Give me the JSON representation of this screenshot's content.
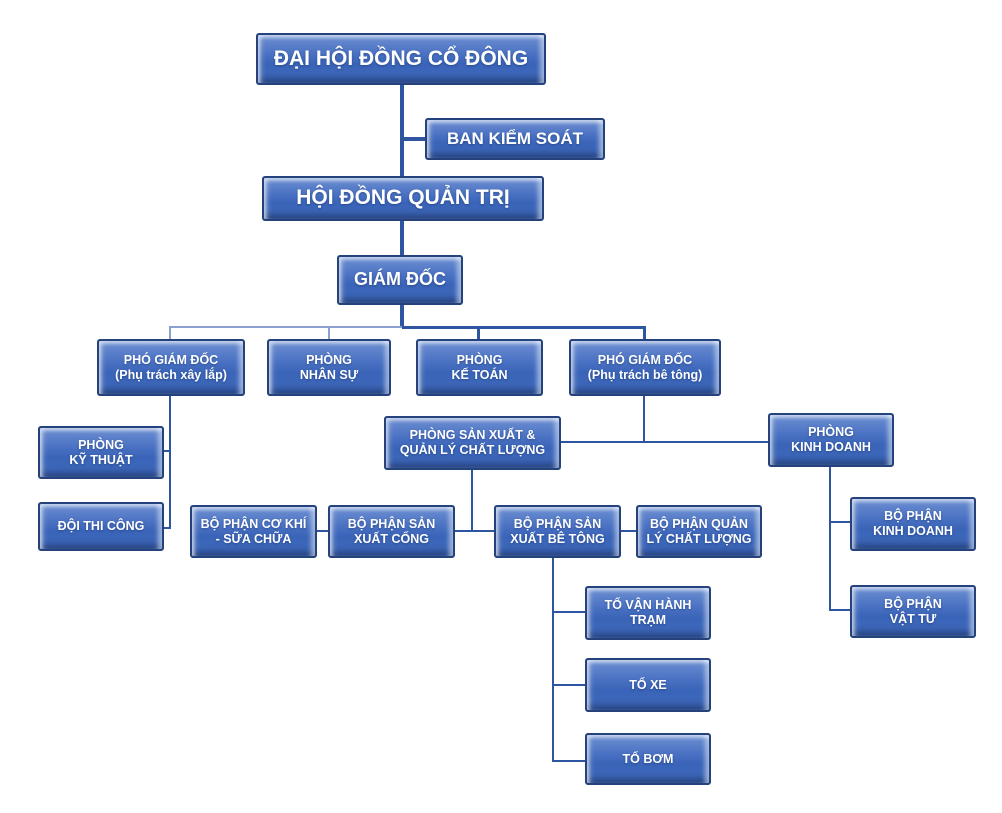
{
  "diagram": {
    "type": "org-chart",
    "language": "vi",
    "colors": {
      "box_fill_top": "#6e90d2",
      "box_fill_bottom": "#3f69ba",
      "box_border": "#24427c",
      "connector": "#2e55a0",
      "connector_light": "#8ba1d1",
      "text": "#ffffff",
      "background": "#ffffff"
    },
    "nodes": {
      "dai_hoi_dong_co_dong": {
        "label": "ĐẠI HỘI ĐỒNG CỔ ĐÔNG"
      },
      "ban_kiem_soat": {
        "label": "BAN KIỂM SOÁT"
      },
      "hoi_dong_quan_tri": {
        "label": "HỘI ĐỒNG QUẢN TRỊ"
      },
      "giam_doc": {
        "label": "GIÁM ĐỐC"
      },
      "pho_giam_doc_xay_lap": {
        "label": "PHÓ GIÁM ĐỐC\n(Phụ trách xây lắp)"
      },
      "phong_nhan_su": {
        "label": "PHÒNG\nNHÂN SỰ"
      },
      "phong_ke_toan": {
        "label": "PHÒNG\nKẾ TOÁN"
      },
      "pho_giam_doc_be_tong": {
        "label": "PHÓ GIÁM ĐỐC\n(Phụ trách bê tông)"
      },
      "phong_ky_thuat": {
        "label": "PHÒNG\nKỸ THUẬT"
      },
      "doi_thi_cong": {
        "label": "ĐỘI THI CÔNG"
      },
      "phong_san_xuat_qlcl": {
        "label": "PHÒNG SẢN XUẤT &\nQUẢN LÝ CHẤT LƯỢNG"
      },
      "phong_kinh_doanh": {
        "label": "PHÒNG\nKINH DOANH"
      },
      "bo_phan_co_khi_sua_chua": {
        "label": "BỘ PHẬN CƠ KHÍ\n- SỮA CHỮA"
      },
      "bo_phan_san_xuat_cong": {
        "label": "BỘ PHẬN SẢN\nXUẤT CỐNG"
      },
      "bo_phan_san_xuat_be_tong": {
        "label": "BỘ PHẬN SẢN\nXUẤT BÊ TÔNG"
      },
      "bo_phan_quan_ly_chat_luong": {
        "label": "BỘ PHẬN QUẢN\nLÝ CHẤT LƯỢNG"
      },
      "bo_phan_kinh_doanh": {
        "label": "BỘ PHẬN\nKINH DOANH"
      },
      "bo_phan_vat_tu": {
        "label": "BỘ PHẬN\nVẬT TƯ"
      },
      "to_van_hanh_tram": {
        "label": "TỔ VẬN HÀNH\nTRẠM"
      },
      "to_xe": {
        "label": "TỔ XE"
      },
      "to_bom": {
        "label": "TỔ BƠM"
      }
    },
    "edges": [
      {
        "from": "dai_hoi_dong_co_dong",
        "to": "ban_kiem_soat"
      },
      {
        "from": "dai_hoi_dong_co_dong",
        "to": "hoi_dong_quan_tri"
      },
      {
        "from": "hoi_dong_quan_tri",
        "to": "giam_doc"
      },
      {
        "from": "giam_doc",
        "to": "pho_giam_doc_xay_lap"
      },
      {
        "from": "giam_doc",
        "to": "phong_nhan_su"
      },
      {
        "from": "giam_doc",
        "to": "phong_ke_toan"
      },
      {
        "from": "giam_doc",
        "to": "pho_giam_doc_be_tong"
      },
      {
        "from": "pho_giam_doc_xay_lap",
        "to": "phong_ky_thuat"
      },
      {
        "from": "pho_giam_doc_xay_lap",
        "to": "doi_thi_cong"
      },
      {
        "from": "pho_giam_doc_be_tong",
        "to": "phong_san_xuat_qlcl"
      },
      {
        "from": "pho_giam_doc_be_tong",
        "to": "phong_kinh_doanh"
      },
      {
        "from": "phong_san_xuat_qlcl",
        "to": "bo_phan_co_khi_sua_chua"
      },
      {
        "from": "phong_san_xuat_qlcl",
        "to": "bo_phan_san_xuat_cong"
      },
      {
        "from": "phong_san_xuat_qlcl",
        "to": "bo_phan_san_xuat_be_tong"
      },
      {
        "from": "phong_san_xuat_qlcl",
        "to": "bo_phan_quan_ly_chat_luong"
      },
      {
        "from": "bo_phan_san_xuat_be_tong",
        "to": "to_van_hanh_tram"
      },
      {
        "from": "bo_phan_san_xuat_be_tong",
        "to": "to_xe"
      },
      {
        "from": "bo_phan_san_xuat_be_tong",
        "to": "to_bom"
      },
      {
        "from": "phong_kinh_doanh",
        "to": "bo_phan_kinh_doanh"
      },
      {
        "from": "phong_kinh_doanh",
        "to": "bo_phan_vat_tu"
      }
    ]
  }
}
